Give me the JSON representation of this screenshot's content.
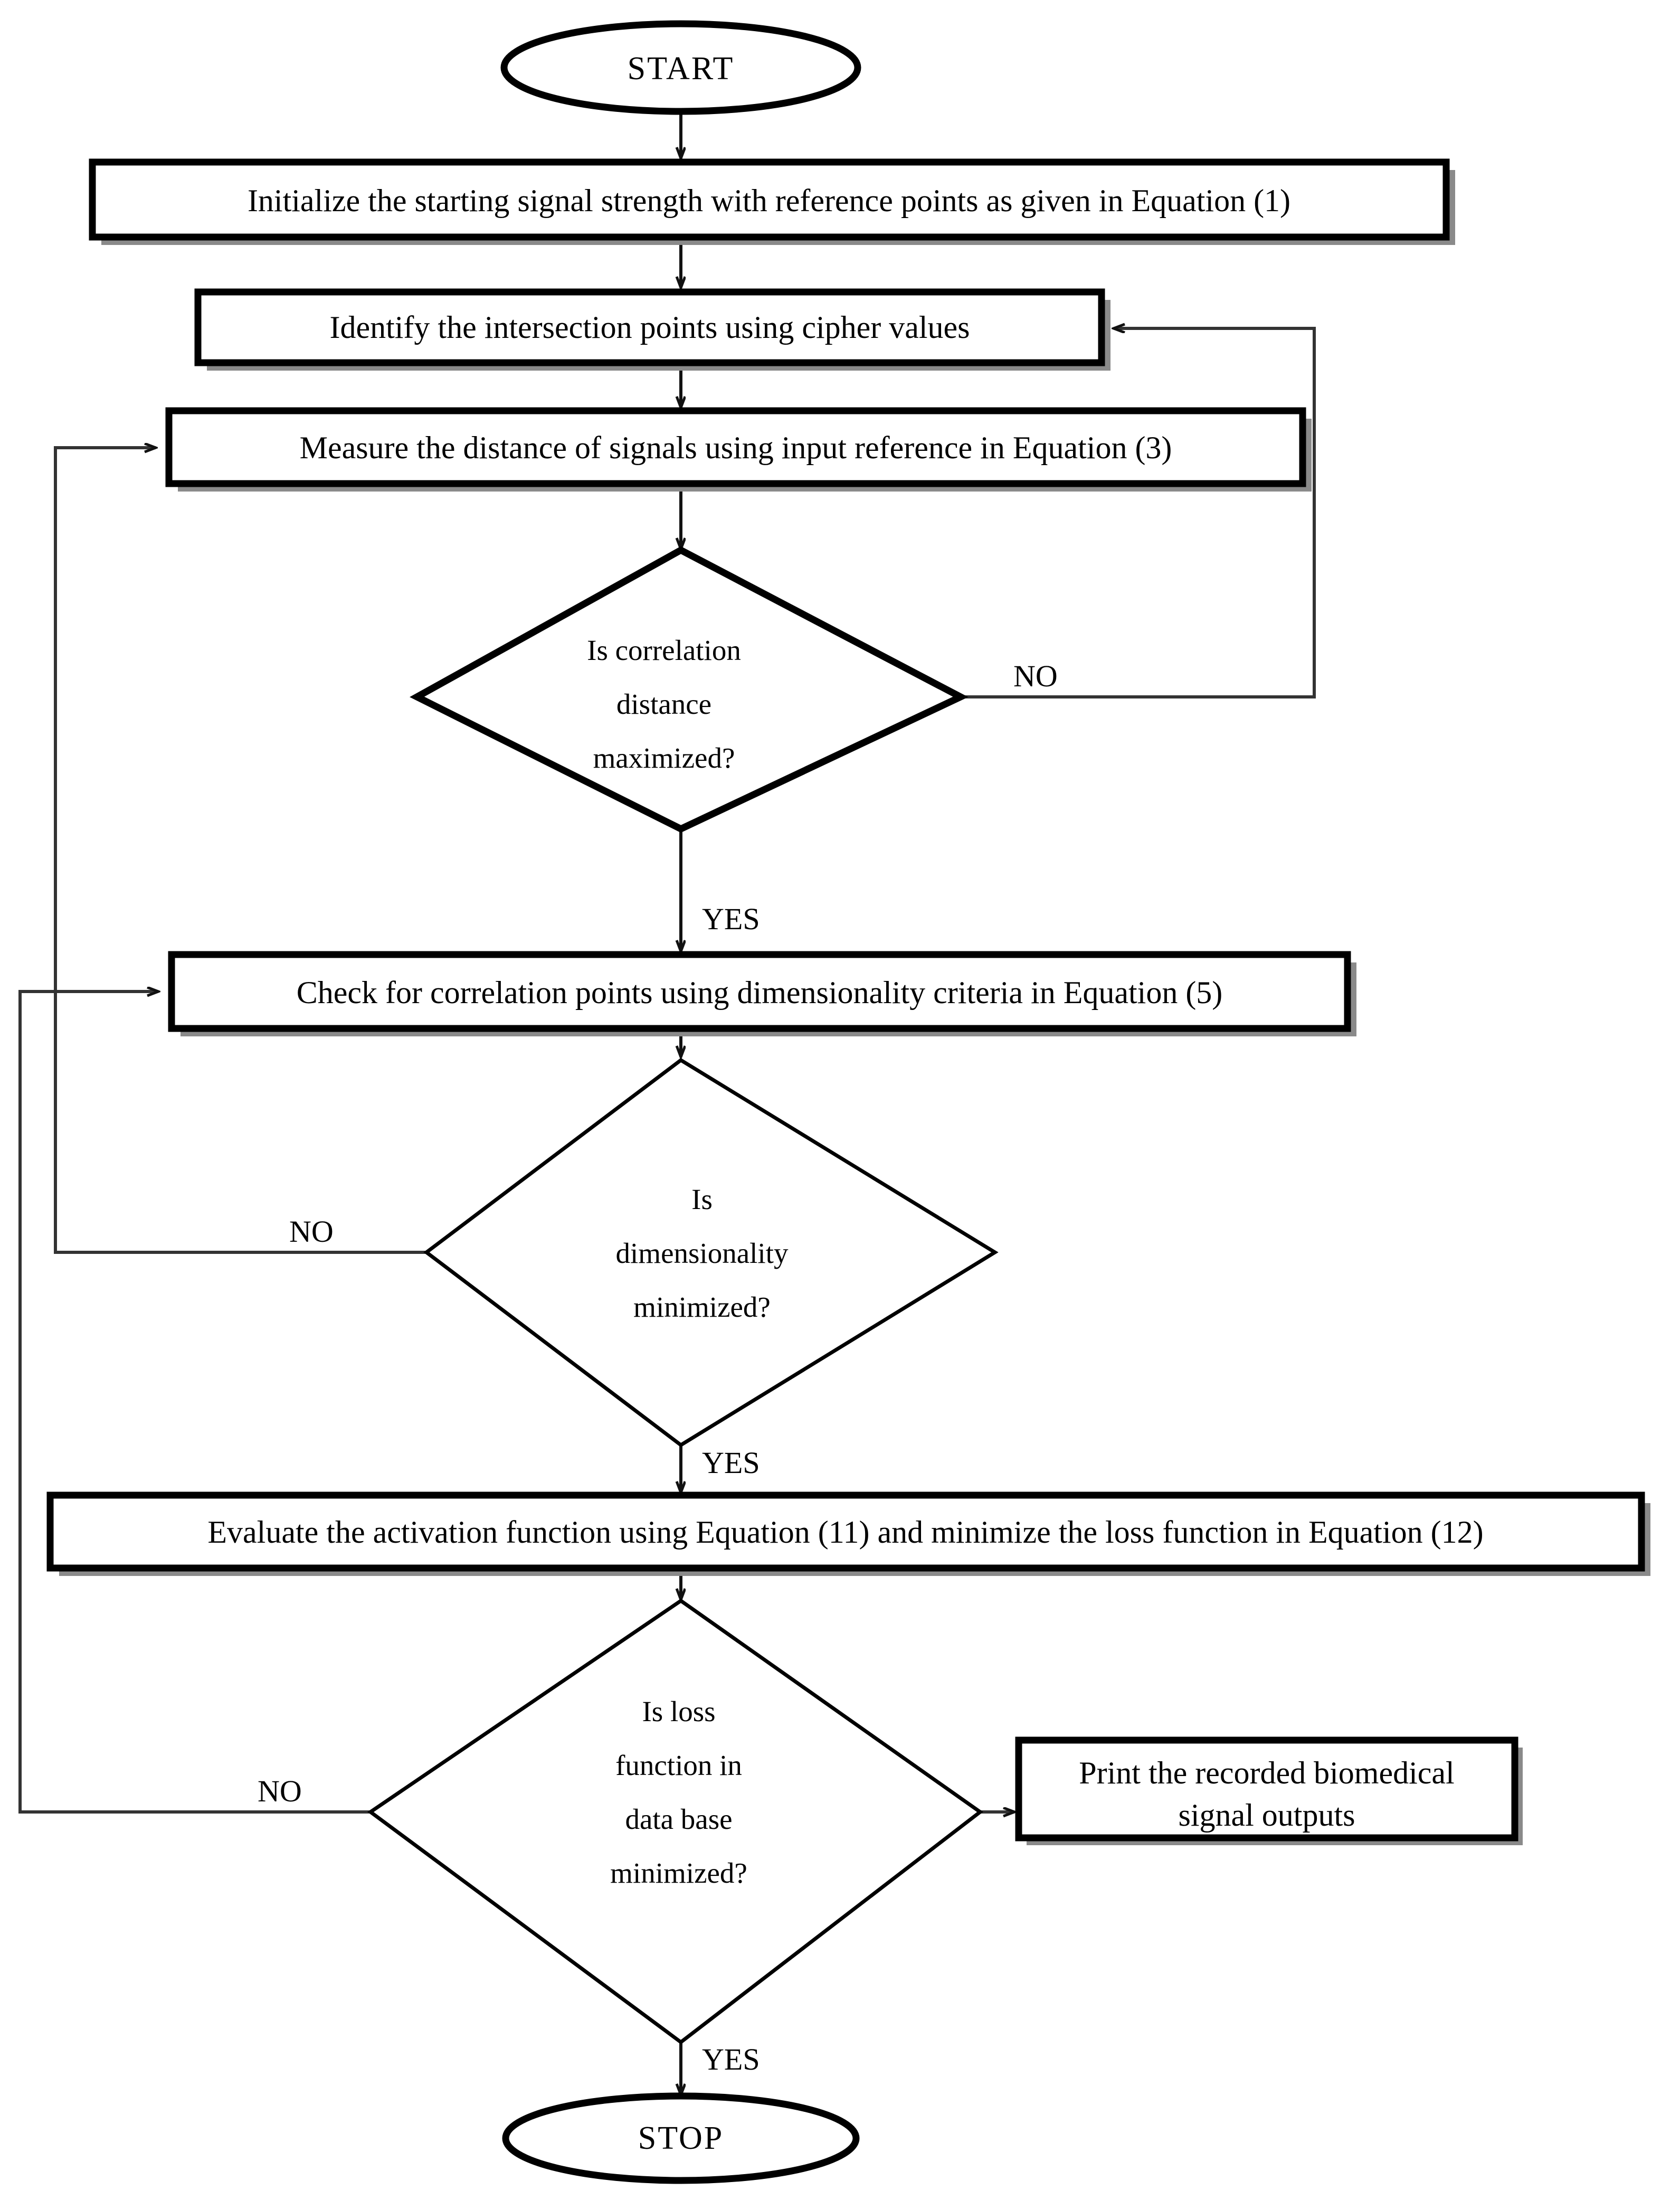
{
  "diagram": {
    "title": "Biomedical signal processing flowchart",
    "colors": {
      "stroke": "#000000",
      "connector": "#333333",
      "shadow": "#8a8a8a",
      "background": "#ffffff"
    }
  },
  "nodes": {
    "start": {
      "type": "terminator",
      "label": "START"
    },
    "stop": {
      "type": "terminator",
      "label": "STOP"
    },
    "initialize": {
      "type": "process",
      "label": "Initialize the starting signal strength with reference points as given in Equation (1)"
    },
    "identify": {
      "type": "process",
      "label": "Identify the intersection points using cipher values"
    },
    "measure": {
      "type": "process",
      "label": "Measure the distance of signals using input reference in Equation (3)"
    },
    "check_correlation": {
      "type": "process",
      "label": "Check for correlation points using dimensionality criteria in Equation (5)"
    },
    "evaluate": {
      "type": "process",
      "label": "Evaluate the activation function using Equation (11) and minimize the loss function in Equation (12)"
    },
    "print_output": {
      "type": "process",
      "line1": "Print the recorded biomedical",
      "line2": "signal outputs"
    },
    "decision_correlation": {
      "type": "decision",
      "line1": "Is correlation",
      "line2": "distance",
      "line3": "maximized?"
    },
    "decision_dimensionality": {
      "type": "decision",
      "line1": "Is",
      "line2": "dimensionality",
      "line3": "minimized?"
    },
    "decision_loss": {
      "type": "decision",
      "line1": "Is loss",
      "line2": "function in",
      "line3": "data base",
      "line4": "minimized?"
    }
  },
  "edge_labels": {
    "correlation_no": "NO",
    "correlation_yes": "YES",
    "dimensionality_no": "NO",
    "dimensionality_yes": "YES",
    "loss_no": "NO",
    "loss_yes": "YES"
  }
}
